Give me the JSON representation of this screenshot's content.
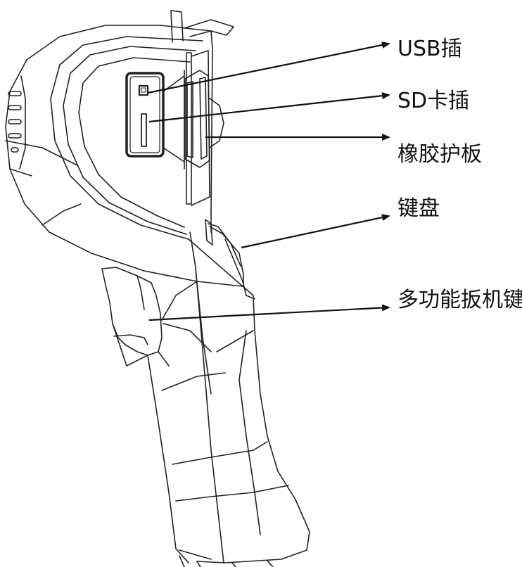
{
  "labels": {
    "usb_port": "USB插",
    "sd_slot": "SD卡插",
    "rubber_cover": "橡胶护板",
    "keypad": "键盘",
    "trigger_key": "多功能扳机键"
  },
  "colors": {
    "line": "#111111",
    "background": "#ffffff"
  }
}
